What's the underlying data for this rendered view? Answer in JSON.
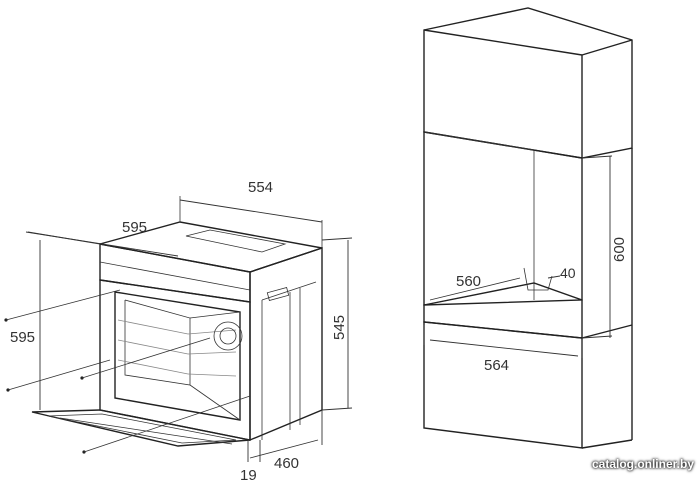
{
  "oven": {
    "dimensions": {
      "top_depth": "554",
      "front_width": "595",
      "height_left": "595",
      "height_right": "545",
      "door_thickness": "19",
      "bottom_depth": "460"
    }
  },
  "niche": {
    "dimensions": {
      "height": "600",
      "depth": "560",
      "vent": "40",
      "width": "564"
    }
  },
  "watermark": "catalog.onliner.by"
}
